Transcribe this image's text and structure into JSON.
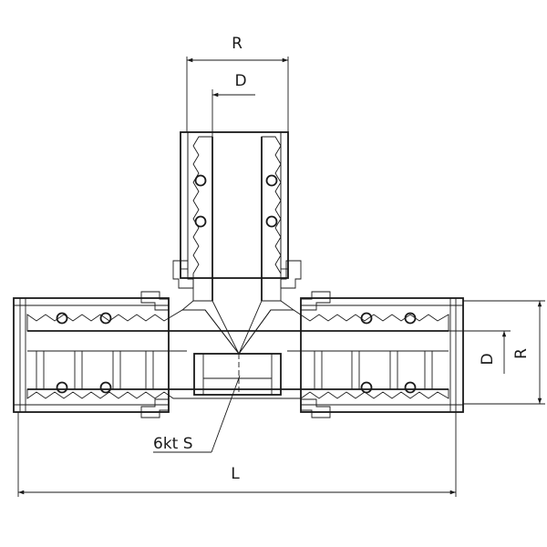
{
  "labels": {
    "R_top": "R",
    "D_top": "D",
    "D_right": "D",
    "R_right": "R",
    "hex": "6kt S",
    "L": "L"
  },
  "colors": {
    "ink": "#1a1a1a",
    "background": "#ffffff"
  }
}
